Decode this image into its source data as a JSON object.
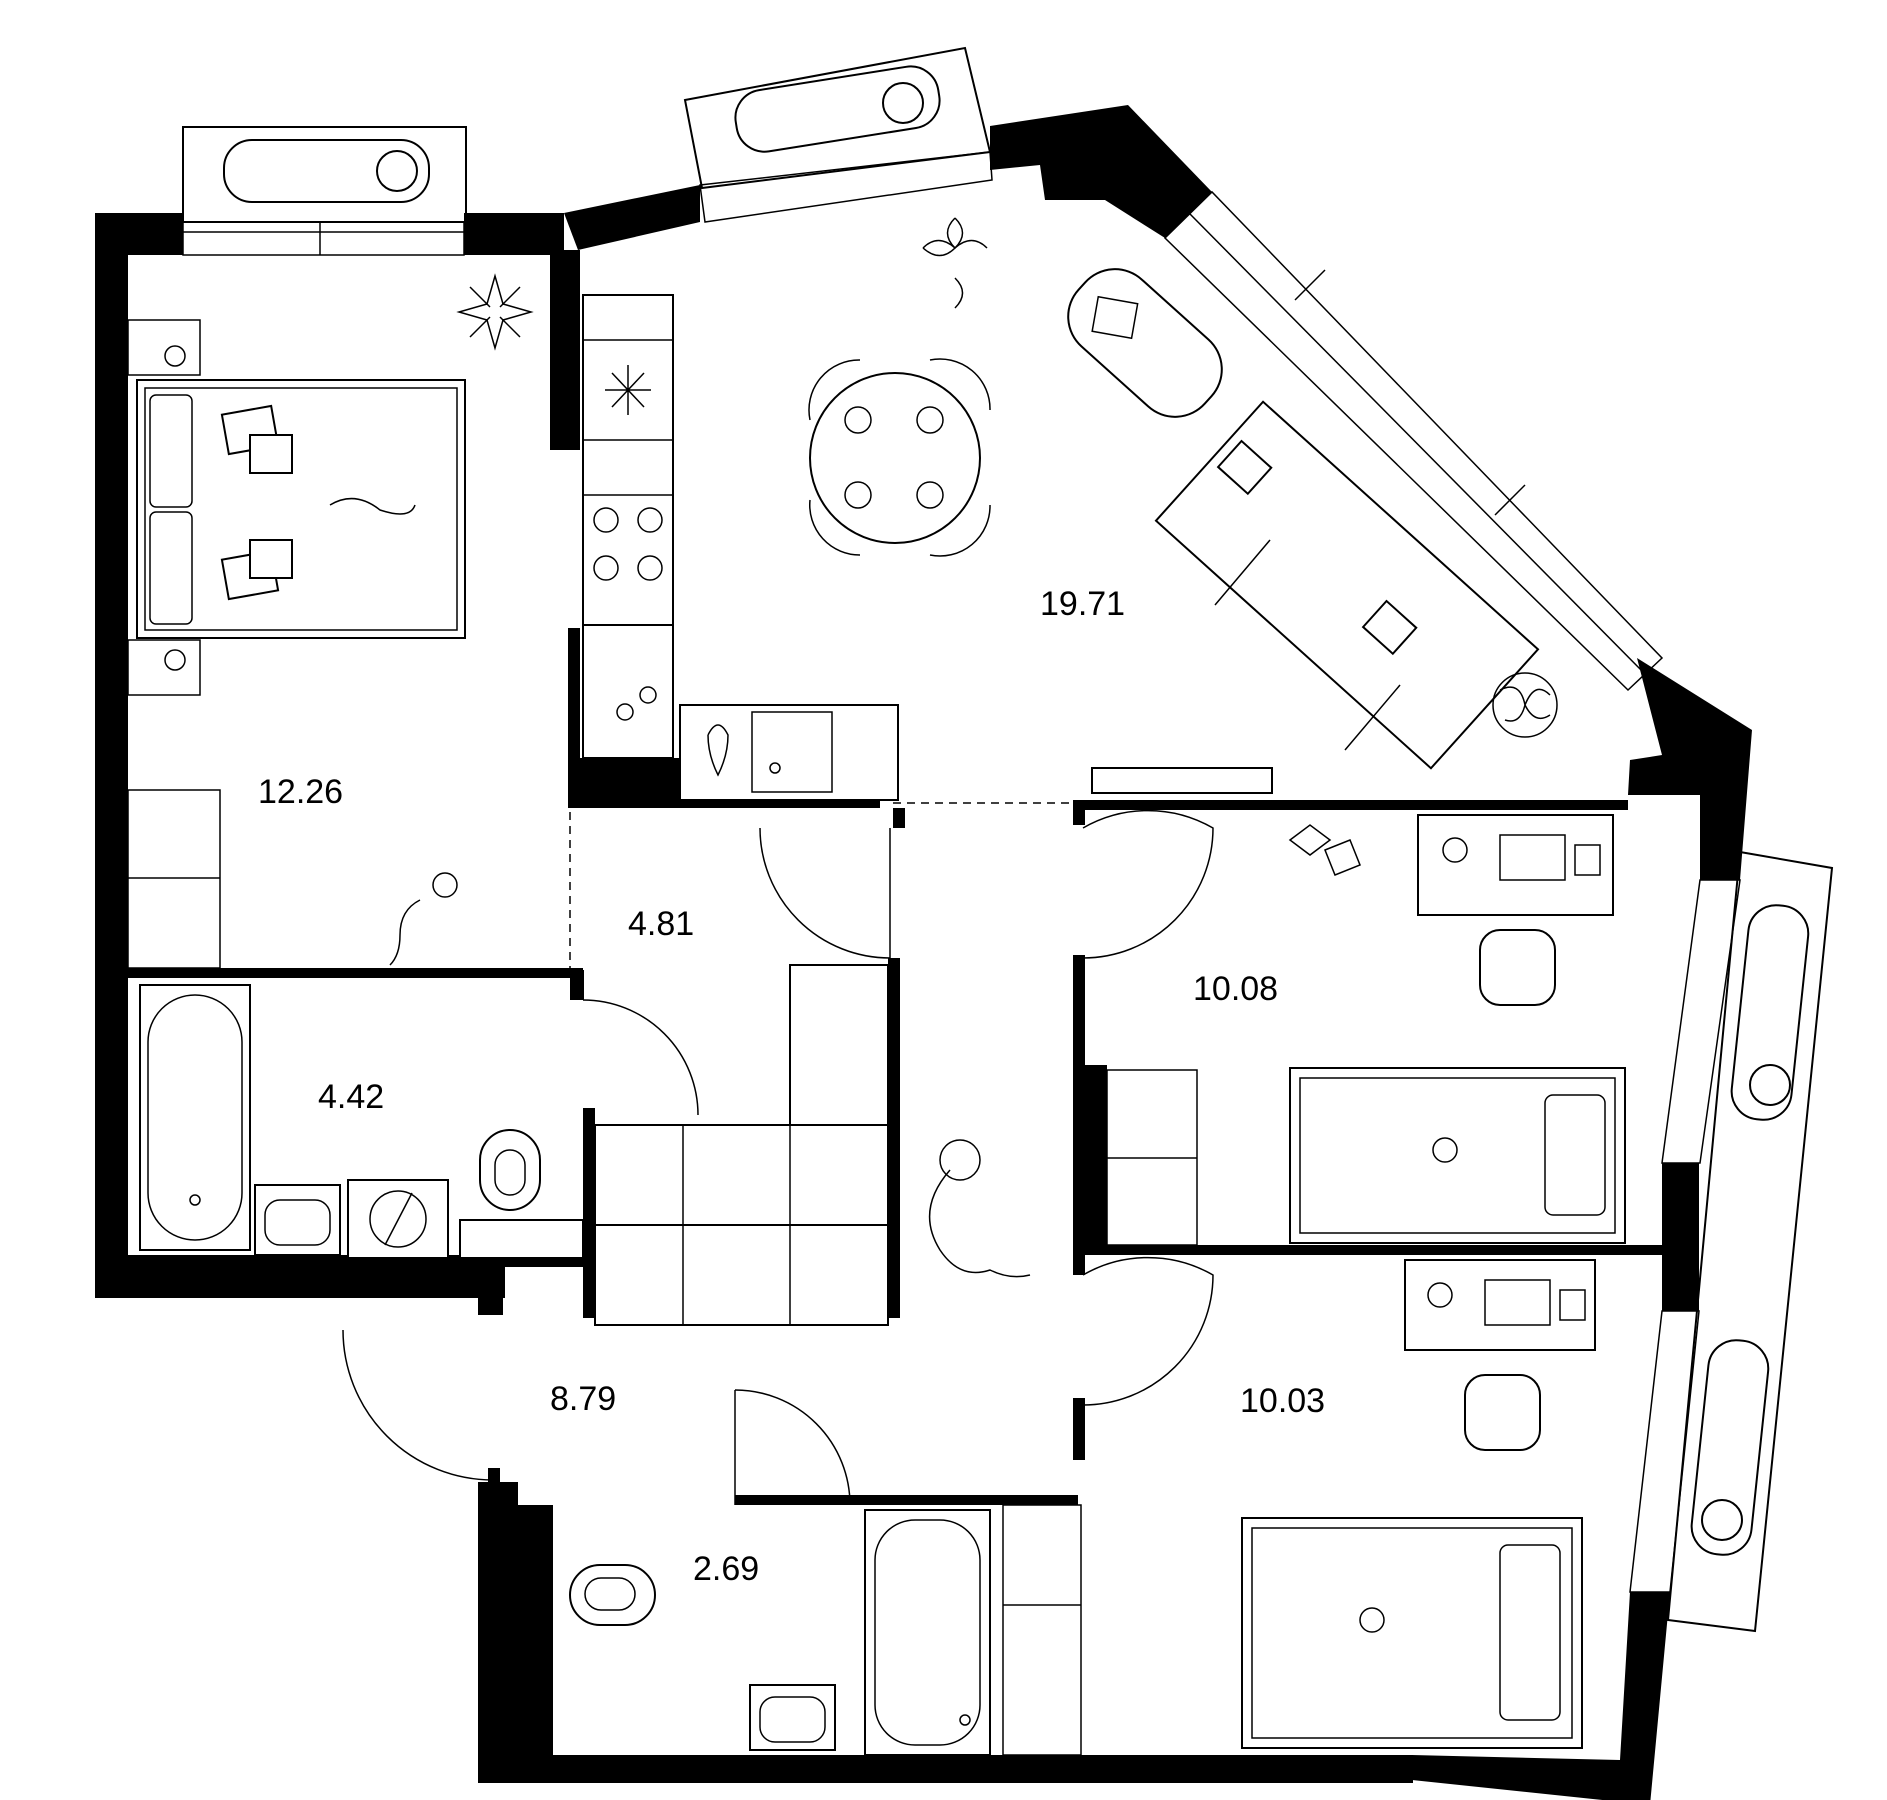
{
  "plan": {
    "rooms": [
      {
        "id": "bedroom",
        "area": "12.26"
      },
      {
        "id": "kitchen-living",
        "area": "19.71"
      },
      {
        "id": "corridor",
        "area": "4.81"
      },
      {
        "id": "bathroom",
        "area": "4.42"
      },
      {
        "id": "bedroom-2",
        "area": "10.08"
      },
      {
        "id": "hall",
        "area": "8.79"
      },
      {
        "id": "bedroom-3",
        "area": "10.03"
      },
      {
        "id": "wc",
        "area": "2.69"
      }
    ],
    "colors": {
      "walls": "#000000",
      "background": "#ffffff"
    }
  }
}
